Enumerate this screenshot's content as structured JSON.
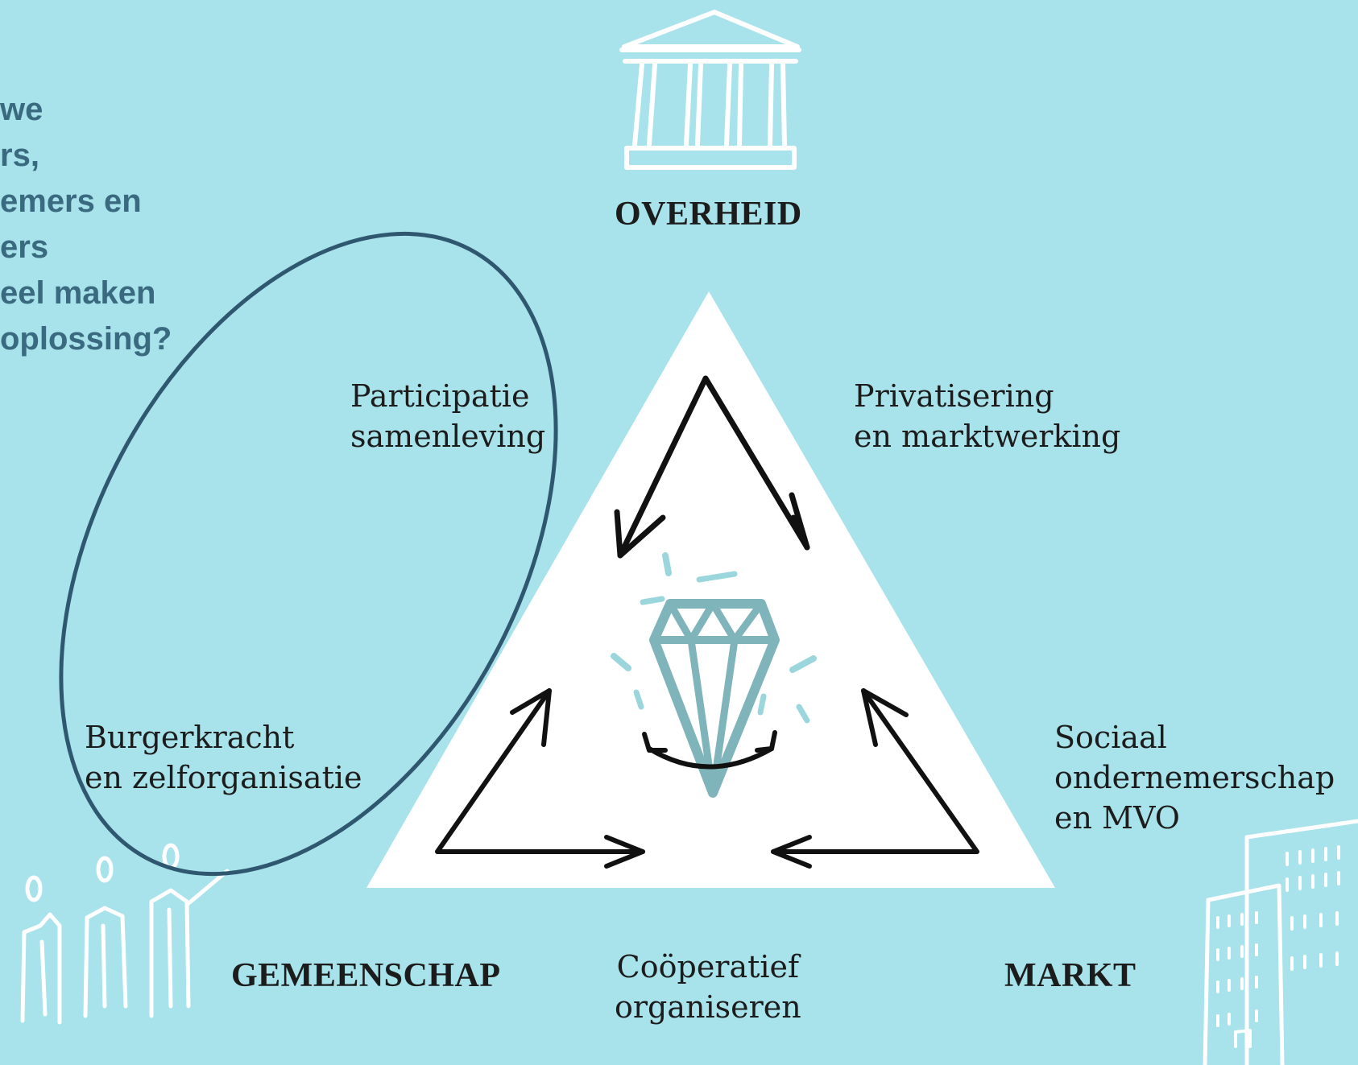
{
  "question": {
    "lines": [
      "we",
      "rs,",
      "emers en",
      "ers",
      "eel maken",
      "oplossing?"
    ]
  },
  "sectors": {
    "top": "OVERHEID",
    "left": "GEMEENSCHAP",
    "right": "MARKT"
  },
  "edges": {
    "top_left": [
      "Participatie",
      "samenleving"
    ],
    "top_right": [
      "Privatisering",
      "en marktwerking"
    ],
    "bottom_left": [
      "Burgerkracht",
      "en zelforganisatie"
    ],
    "bottom_right": [
      "Sociaal",
      "ondernemerschap",
      "en MVO"
    ],
    "bottom": [
      "Coöperatief",
      "organiseren"
    ]
  },
  "icons": {
    "top": "government-building-icon",
    "left": "people-group-icon",
    "right": "office-buildings-icon",
    "center": "diamond-icon"
  },
  "colors": {
    "background": "#a8e2ea",
    "triangle": "#ffffff",
    "highlight": "#2f5870",
    "question_text": "#3a6a80",
    "diamond": "#7fb4ba"
  }
}
